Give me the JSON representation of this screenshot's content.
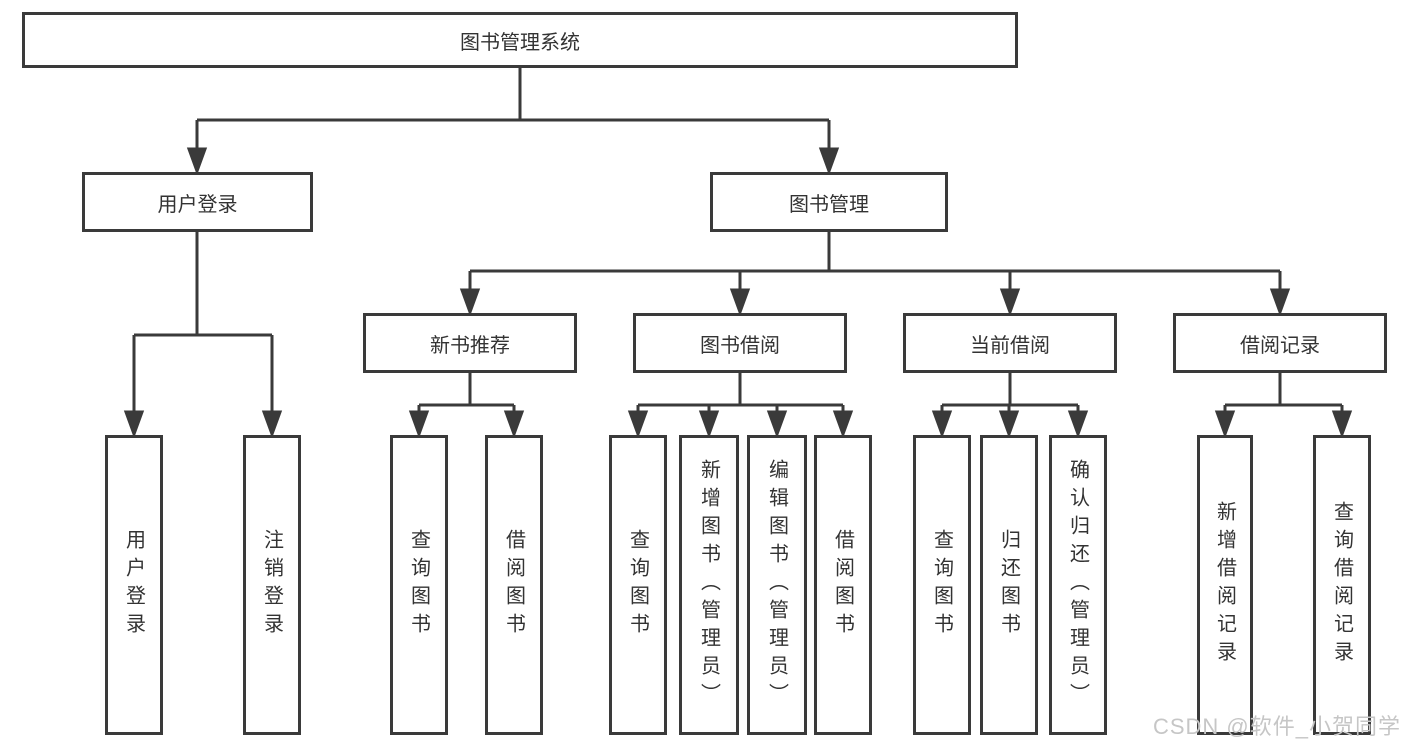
{
  "diagram": {
    "root": "图书管理系统",
    "user_login": {
      "label": "用户登录",
      "children": [
        "用户登录",
        "注销登录"
      ]
    },
    "book_mgmt": {
      "label": "图书管理",
      "sections": [
        {
          "label": "新书推荐",
          "children": [
            "查询图书",
            "借阅图书"
          ]
        },
        {
          "label": "图书借阅",
          "children": [
            "查询图书",
            "新增图书（管理员）",
            "编辑图书（管理员）",
            "借阅图书"
          ]
        },
        {
          "label": "当前借阅",
          "children": [
            "查询图书",
            "归还图书",
            "确认归还（管理员）"
          ]
        },
        {
          "label": "借阅记录",
          "children": [
            "新增借阅记录",
            "查询借阅记录"
          ]
        }
      ]
    }
  },
  "watermark": "CSDN @软件_小贺同学",
  "colors": {
    "line": "#3a3a3a",
    "text": "#333333",
    "watermark": "#c6c6c6"
  }
}
